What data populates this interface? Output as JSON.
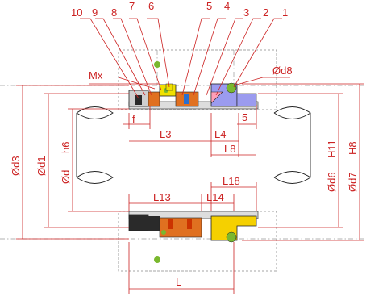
{
  "part_numbers": [
    "10",
    "9",
    "8",
    "7",
    "6",
    "5",
    "4",
    "3",
    "2",
    "1"
  ],
  "labels": {
    "mx": "Mx",
    "f": "f",
    "l3": "L3",
    "l4": "L4",
    "s": "5",
    "l8": "L8",
    "l18": "L18",
    "l13": "L13",
    "l14": "L14",
    "l": "L",
    "d8": "Ød8",
    "d3": "Ød3",
    "d1": "Ød1",
    "d": "Ød",
    "tol_h6": "h6",
    "d6": "Ød6",
    "tol_h11": "H11",
    "d7": "Ød7",
    "tol_h8": "H8"
  },
  "colors": {
    "dimension": "#cc2222",
    "face": "#f0e000",
    "seat": "#ff9fb8",
    "gland": "#9b9bef",
    "pin": "#7ab82e",
    "rubber": "#2a2a2a",
    "bellows": "#e07020",
    "cup": "#2a6fd0",
    "stationary": "#f5d000"
  }
}
